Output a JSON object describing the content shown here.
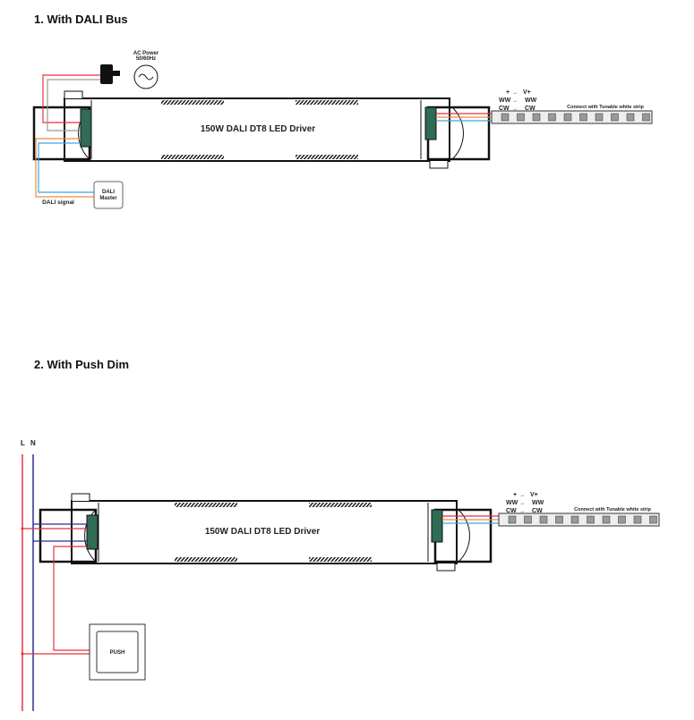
{
  "section1": {
    "title": "1. With DALI Bus",
    "ac_power": "AC Power",
    "ac_freq": "50/60Hz",
    "driver_label": "150W DALI DT8 LED Driver",
    "dali_master_l1": "DALI",
    "dali_master_l2": "Master",
    "dali_signal": "DALI signal",
    "strip_label": "Connect with Tunable white strip",
    "map": [
      [
        "+",
        "V+"
      ],
      [
        "WW",
        "WW"
      ],
      [
        "CW",
        "CW"
      ]
    ]
  },
  "section2": {
    "title": "2. With Push Dim",
    "line_l": "L",
    "line_n": "N",
    "driver_label": "150W DALI DT8 LED Driver",
    "push": "PUSH",
    "strip_label": "Connect with Tunable white strip",
    "map": [
      [
        "+",
        "V+"
      ],
      [
        "WW",
        "WW"
      ],
      [
        "CW",
        "CW"
      ]
    ]
  },
  "colors": {
    "red": "#e8323c",
    "blue": "#2b2f97",
    "orange": "#f08a3c",
    "lightblue": "#3aa7e0",
    "grey": "#999999",
    "terminal": "#2f6b55"
  }
}
